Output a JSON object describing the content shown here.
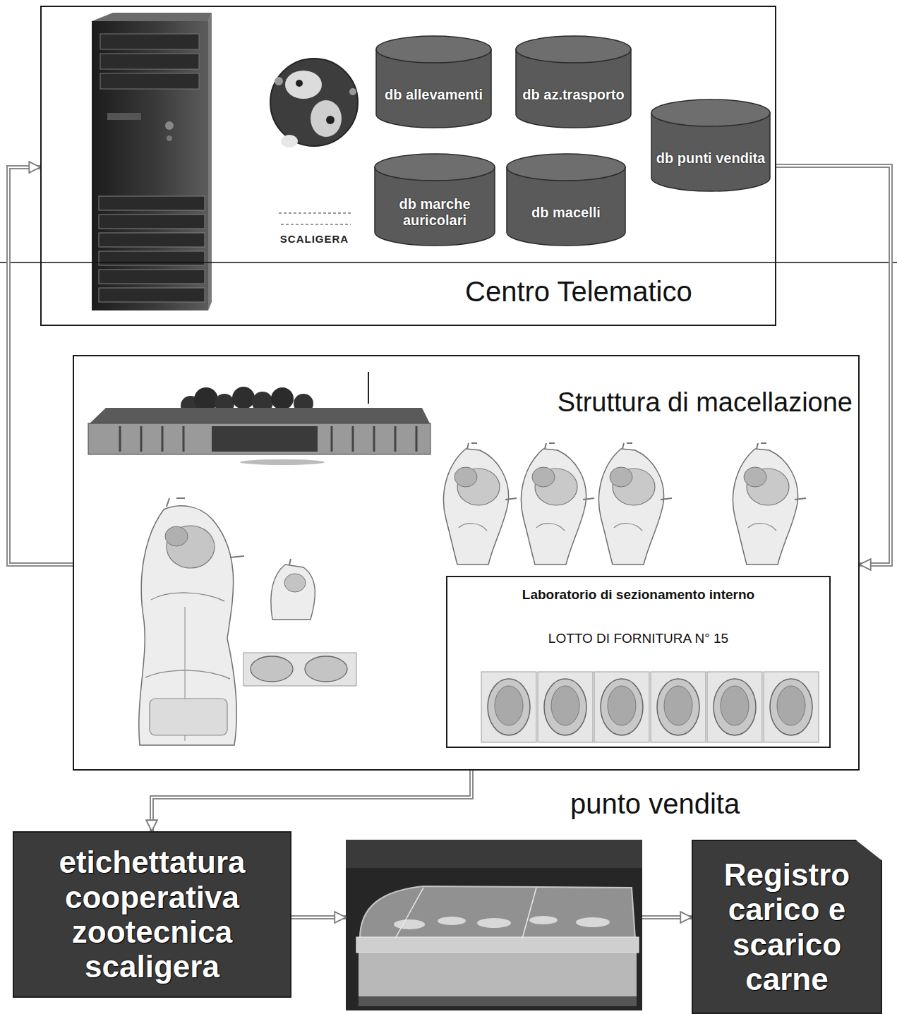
{
  "diagram": {
    "nodes": [
      {
        "text": [
          "Centro Telematico"
        ]
      },
      {
        "text": [
          "db allevamenti"
        ],
        "in": 0
      },
      {
        "text": [
          "db az.trasporto"
        ],
        "in": 0
      },
      {
        "text": [
          "db marche auricolari"
        ],
        "in": 0
      },
      {
        "text": [
          "db macelli"
        ],
        "in": 0
      },
      {
        "text": [
          "db punti vendita"
        ],
        "in": 0
      },
      {
        "text": [
          "Struttura di macellazione"
        ]
      },
      {
        "text": [
          "Laboratorio di sezionamento interno",
          "LOTTO DI FORNITURA N° 15"
        ],
        "in": 6
      },
      {
        "text": [
          "etichettatura cooperativa zootecnica scaligera"
        ]
      },
      {
        "text": [
          "punto vendita"
        ]
      },
      {
        "text": [
          "Registro carico e scarico carne"
        ]
      }
    ],
    "edges": [
      {
        "from": 6,
        "to": 0,
        "arrow": "to"
      },
      {
        "from": 0,
        "to": 6,
        "arrow": "to"
      },
      {
        "from": 6,
        "to": 8,
        "arrow": "to"
      },
      {
        "from": 8,
        "to": 9,
        "arrow": "to"
      },
      {
        "from": 9,
        "to": 10,
        "arrow": "to"
      }
    ],
    "labels": [
      "SCALIGERA"
    ]
  }
}
